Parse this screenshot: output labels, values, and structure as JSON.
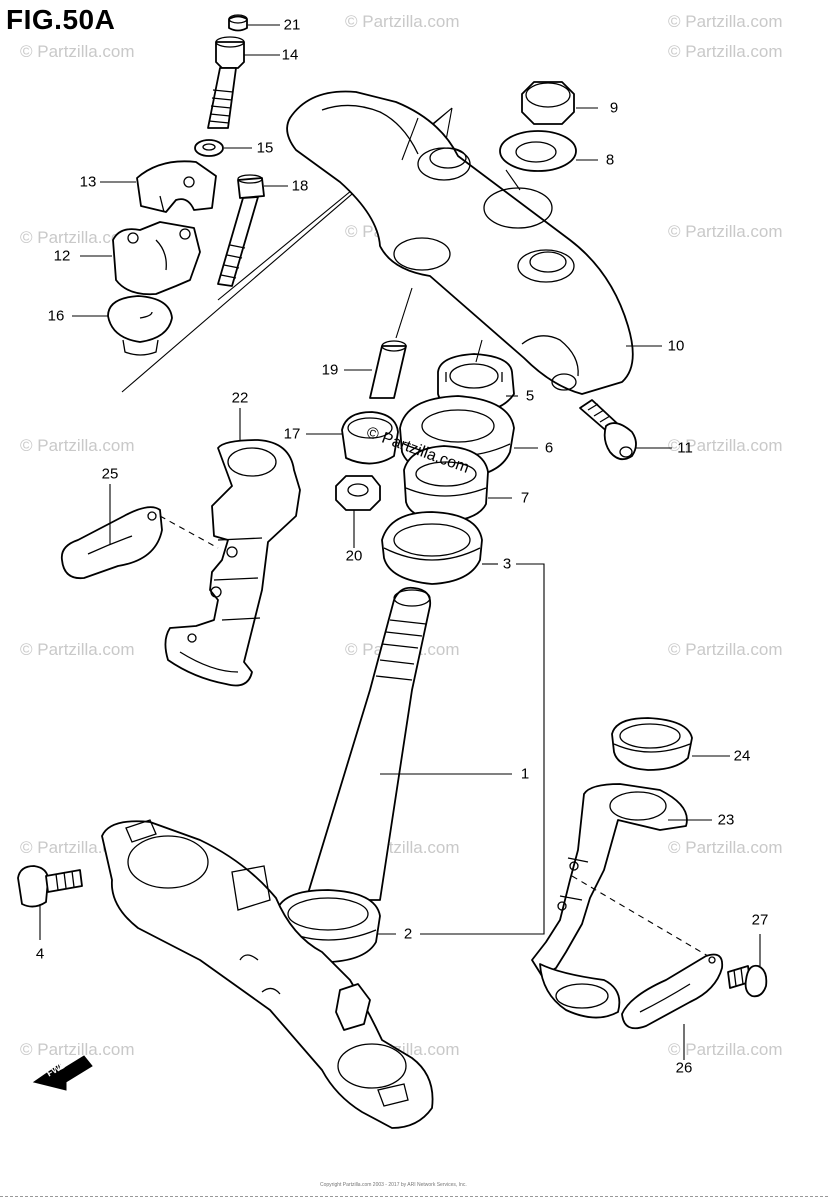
{
  "figure": {
    "title": "FIG.50A"
  },
  "watermark": "© Partzilla.com",
  "center_watermark": "© Partzilla.com",
  "callouts": {
    "c1": "1",
    "c2": "2",
    "c3": "3",
    "c4": "4",
    "c5": "5",
    "c6": "6",
    "c7": "7",
    "c8": "8",
    "c9": "9",
    "c10": "10",
    "c11": "11",
    "c12": "12",
    "c13": "13",
    "c14": "14",
    "c15": "15",
    "c16": "16",
    "c17": "17",
    "c18": "18",
    "c19": "19",
    "c20": "20",
    "c21": "21",
    "c22": "22",
    "c23": "23",
    "c24": "24",
    "c25": "25",
    "c26": "26",
    "c27": "27"
  },
  "fwd_label": "FWD",
  "copyright": "Copyright Partzilla.com 2003 - 2017 by ARI Network Services, Inc."
}
